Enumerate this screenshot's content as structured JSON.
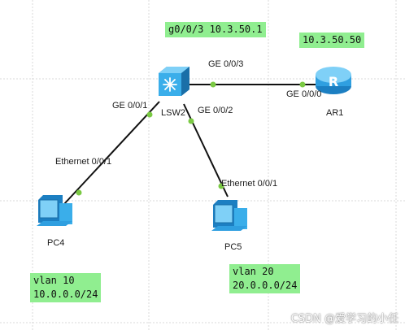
{
  "notes": {
    "switch_iface": "g0/0/3 10.3.50.1",
    "router_ip": "10.3.50.50",
    "vlan10": "vlan 10\n10.0.0.0/24",
    "vlan20": "vlan 20\n20.0.0.0/24"
  },
  "nodes": {
    "switch": "LSW2",
    "router": "AR1",
    "pc4": "PC4",
    "pc5": "PC5"
  },
  "ports": {
    "sw_ge003": "GE 0/0/3",
    "sw_ge001": "GE 0/0/1",
    "sw_ge002": "GE 0/0/2",
    "ar_ge000": "GE 0/0/0",
    "pc4_eth": "Ethernet 0/0/1",
    "pc5_eth": "Ethernet 0/0/1"
  },
  "watermark": "CSDN @爱学习的小任",
  "colors": {
    "note_bg": "#90ee90",
    "link": "#111111",
    "port_dot": "#7ac943",
    "device_blue": "#2f9fe0"
  },
  "icons": {
    "switch": "switch-icon",
    "router": "router-icon",
    "pc": "pc-icon"
  }
}
